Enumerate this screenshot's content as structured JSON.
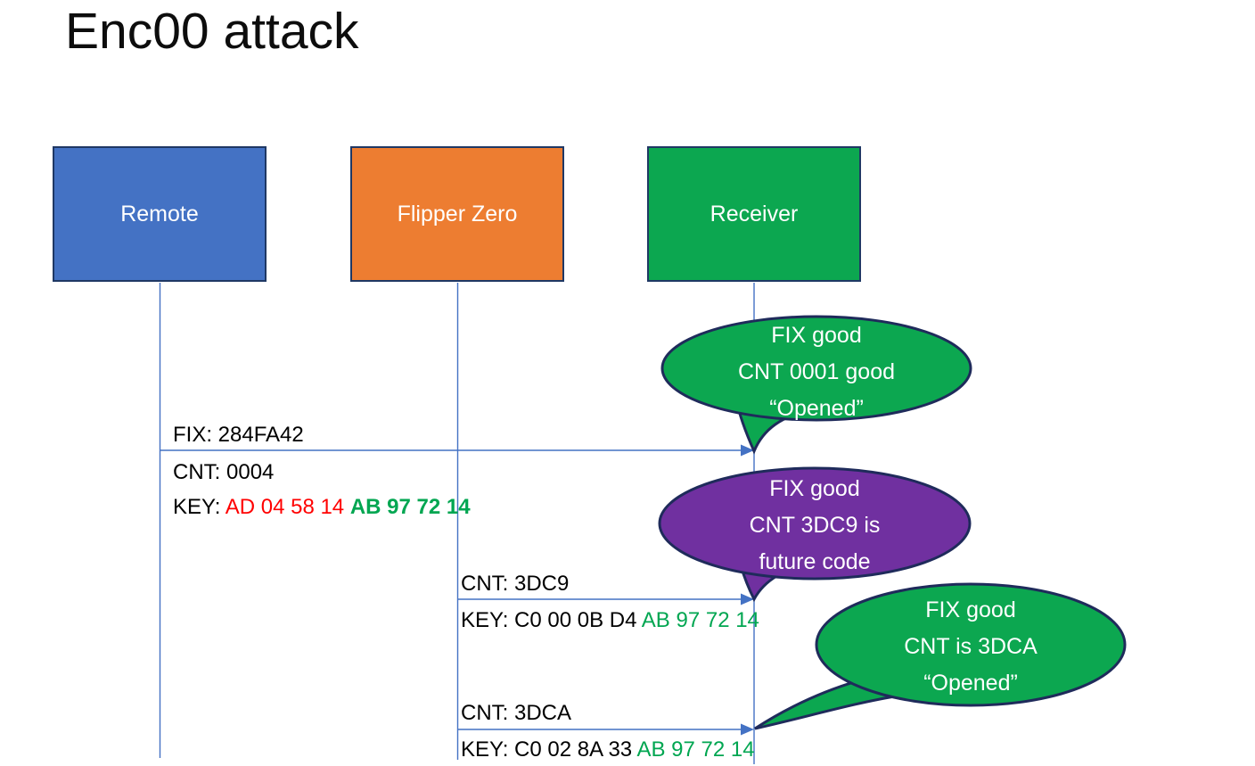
{
  "title": "Enc00 attack",
  "colors": {
    "actor_blue": "#4472C4",
    "actor_orange": "#ED7D31",
    "actor_green": "#0CA750",
    "bubble_green": "#0CA750",
    "bubble_purple": "#7030A0",
    "box_border_navy": "#1F3864",
    "bubble_border_navy": "#1F2B5B",
    "line_blue": "#4472C4",
    "key_changing_red": "#FF0000",
    "key_fixed_green": "#00A651",
    "text_black": "#000000",
    "text_white": "#FFFFFF"
  },
  "actors": [
    {
      "label": "Remote"
    },
    {
      "label": "Flipper Zero"
    },
    {
      "label": "Receiver"
    }
  ],
  "messages": [
    {
      "fix": "FIX: 284FA42",
      "cnt": "CNT: 0004",
      "key_label": "KEY: ",
      "key_changing": "AD 04 58 14 ",
      "key_fixed": "AB 97 72 14"
    },
    {
      "cnt": "CNT: 3DC9",
      "key_label": "KEY: C0 00 0B D4 ",
      "key_fixed": "AB 97 72 14"
    },
    {
      "cnt": "CNT: 3DCA",
      "key_label": "KEY: C0 02 8A 33 ",
      "key_fixed": "AB 97 72 14"
    }
  ],
  "bubbles": [
    {
      "lines": [
        "FIX good",
        "CNT 0001 good",
        "“Opened”"
      ]
    },
    {
      "lines": [
        "FIX good",
        "CNT 3DC9 is",
        "future code"
      ]
    },
    {
      "lines": [
        "FIX good",
        "CNT is 3DCA",
        "“Opened”"
      ]
    }
  ]
}
